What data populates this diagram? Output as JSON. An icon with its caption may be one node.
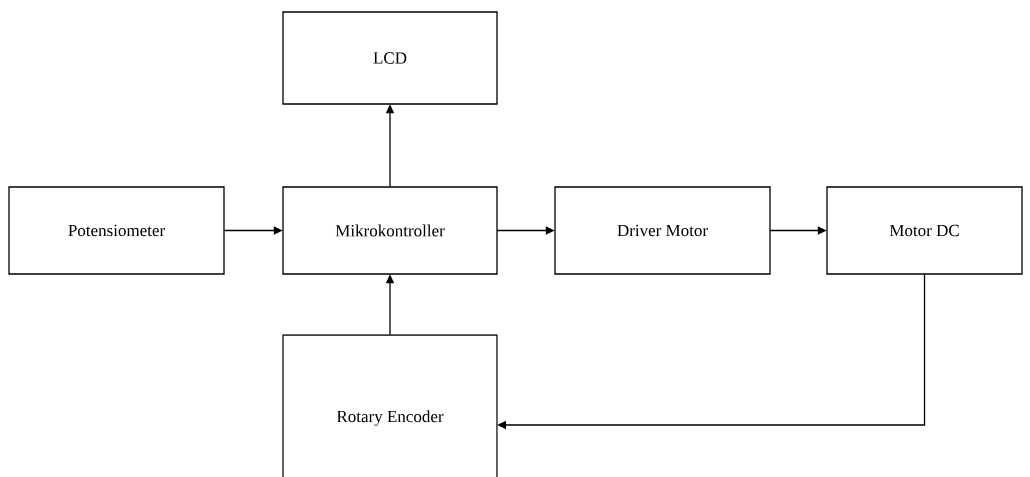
{
  "diagram": {
    "nodes": [
      {
        "text": [
          "LCD"
        ]
      },
      {
        "text": [
          "Potensiometer"
        ]
      },
      {
        "text": [
          "Mikrokontroller"
        ]
      },
      {
        "text": [
          "Driver Motor"
        ]
      },
      {
        "text": [
          "Motor DC"
        ]
      },
      {
        "text": [
          "Rotary Encoder"
        ]
      }
    ],
    "edges": [
      {
        "from": 1,
        "to": 2,
        "arrow": "to"
      },
      {
        "from": 2,
        "to": 0,
        "arrow": "to"
      },
      {
        "from": 2,
        "to": 3,
        "arrow": "to"
      },
      {
        "from": 3,
        "to": 4,
        "arrow": "to"
      },
      {
        "from": 5,
        "to": 2,
        "arrow": "to"
      },
      {
        "from": 4,
        "to": 5,
        "arrow": "to"
      }
    ]
  }
}
